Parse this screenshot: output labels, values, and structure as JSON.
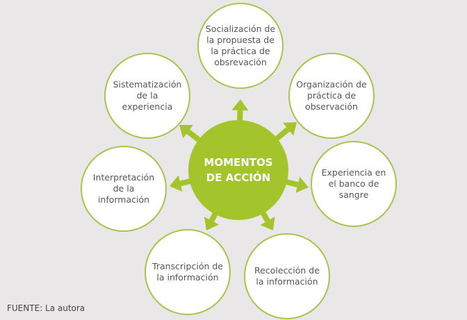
{
  "center": "MOMENTOS DE ACCIÓN",
  "nodes": [
    "Socialización de la propuesta de la práctica de obsrevación",
    "Organización de práctica de observación",
    "Experiencia en el banco de sangre",
    "Recolección de la información",
    "Transcripción de la información",
    "Interpretación de la información",
    "Sistematización de la experiencia"
  ],
  "source": "FUENTE: La autora",
  "colors": {
    "green": "#a3c52b",
    "background": "#e9e7e7"
  }
}
